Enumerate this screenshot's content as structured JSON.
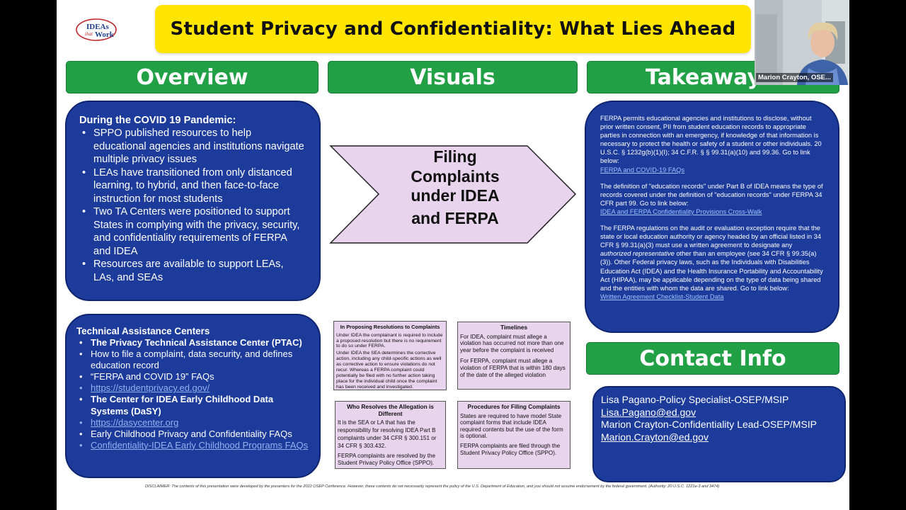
{
  "title": "Student Privacy and Confidentiality: What Lies Ahead",
  "logo": {
    "line1": "IDEAs",
    "line2": "that",
    "line3": "Work"
  },
  "headers": {
    "overview": "Overview",
    "visuals": "Visuals",
    "takeaways": "Takeaways",
    "contact": "Contact Info"
  },
  "overview": {
    "lead": "During the COVID 19 Pandemic:",
    "items": [
      "SPPO published resources to help educational agencies and institutions navigate multiple privacy issues",
      "LEAs have transitioned from only distanced learning, to hybrid, and then  face-to-face instruction for most students",
      "Two TA Centers were positioned to support States in complying with the privacy, security, and confidentiality requirements of FERPA and IDEA",
      "Resources are available to support LEAs, LAs, and SEAs"
    ]
  },
  "ta_centers": {
    "lead": "Technical Assistance Centers",
    "items": [
      "The Privacy Technical Assistance Center (PTAC)",
      "How to file a complaint, data security, and defines education record",
      "“FERPA and COVID 19” FAQs",
      "https://studentprivacy.ed.gov/",
      "The Center for IDEA Early Childhood Data Systems (DaSY)",
      "https://dasycenter.org",
      "Early Childhood Privacy and Confidentiality FAQs",
      "Confidentiality-IDEA Early Childhood Programs FAQs"
    ]
  },
  "visual_arrow": {
    "line1": "Filing",
    "line2": "Complaints",
    "line3": "under IDEA",
    "line4": "and FERPA"
  },
  "boxes": {
    "resolutions": {
      "heading": "In Proposing Resolutions to Complaints",
      "p1": "Under IDEA the complainant is required to include a proposed resolution but there is no requirement to do so under FERPA.",
      "p2": "Under IDEA the SEA determines the corrective action, including any child-specific actions as well as corrective action to ensure violations do not recur. Whereas  a FERPA complaint could potentially be filed with no further action taking place for the individual child once the complaint has been received and investigated."
    },
    "timelines": {
      "heading": "Timelines",
      "p1": "For IDEA, complaint must allege a violation has occurred not more than one year before the complaint is received",
      "p2": "For FERPA, complaint must allege a violation of FERPA that is within 180 days of the date of the alleged violation"
    },
    "who": {
      "heading": "Who Resolves the Allegation is Different",
      "p1": "It is the SEA or LA that has the responsibility for resolving IDEA Part B complaints under 34 CFR  § 300.151 or 34 CFR  § 303.432.",
      "p2": "FERPA complaints are resolved by the Student Privacy Policy Office (SPPO)."
    },
    "procedures": {
      "heading": "Procedures for Filing Complaints",
      "p1": "States are required to have model State complaint forms that include IDEA required contents but the use of the form is optional.",
      "p2": "FERPA complaints are filed through the Student Privacy Policy Office (SPPO)."
    }
  },
  "takeaways": {
    "p1": "FERPA permits educational agencies and institutions to disclose, without prior written consent, PII from student education records to appropriate parties in connection with an emergency, if knowledge of that information is necessary to protect the health or safety of a student or other individuals. 20 U.S.C.  § 1232g(b)(1)(I); 34 C.F.R.  §  § 99.31(a)(10) and 99.36. Go to link below:",
    "l1": "FERPA and COVID-19 FAQs",
    "p2": "The definition of \"education records\" under Part B of IDEA means the type of records covered under the definition of \"education records\" under FERPA 34 CFR part 99. Go to link below:",
    "l2": "IDEA and FERPA Confidentiality Provisions Cross-Walk",
    "p3a": "The FERPA regulations on the audit or evaluation exception require that the state or local education authority or agency headed by an official listed in 34 CFR  § 99.31(a)(3) must use a written agreement to designate any ",
    "p3em": "authorized representative",
    "p3b": " other than an employee (see 34 CFR  § 99.35(a)(3)). Other Federal privacy laws, such as the Individuals with Disabilities Education Act (IDEA) and the Health Insurance Portability and Accountability Act (HIPAA), may be applicable depending on the type of data being shared and the entities with whom the data are shared. Go to link below:",
    "l3": "Written Agreement Checklist-Student Data"
  },
  "contact": {
    "line1": "Lisa Pagano-Policy Specialist-OSEP/MSIP",
    "email1": "Lisa.Pagano@ed.gov",
    "line2": "Marion Crayton-Confidentiality Lead-OSEP/MSIP",
    "email2": "Marion.Crayton@ed.gov"
  },
  "disclaimer": "DISCLAIMER: The contents of this presentation were developed by the presenters for the 2022 OSEP Conference. However, these contents do not necessarily represent the policy of the U.S. Department of Education, and you should not assume endorsement by the federal government. (Authority: 20 U.S.C. 1221e-3 and 3474)",
  "video": {
    "name": "Marion Crayton, OSE..."
  },
  "colors": {
    "title_bg": "#ffe500",
    "header_green": "#22a046",
    "box_blue": "#1c3b9b",
    "box_pink": "#e8d4ec"
  }
}
